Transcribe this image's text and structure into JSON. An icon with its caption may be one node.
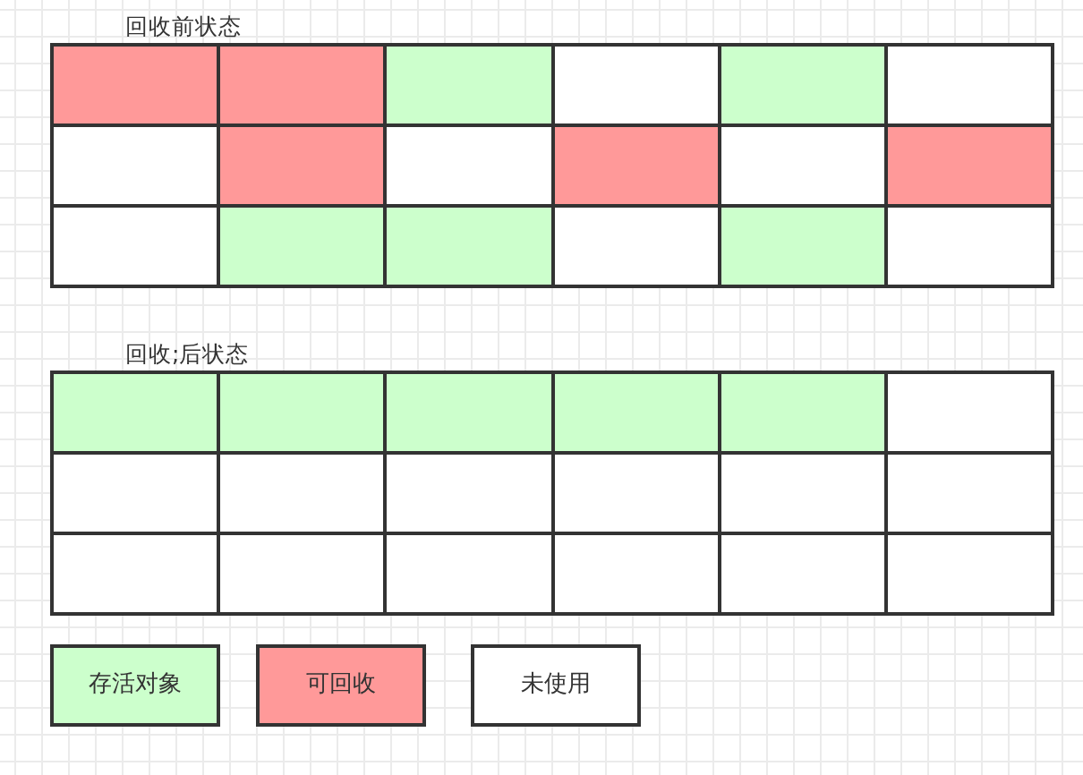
{
  "diagram": {
    "nodes": [
      {
        "text": [
          "回收前状态"
        ]
      },
      {
        "text": [],
        "shape": "box",
        "in": 0
      },
      {
        "text": [],
        "shape": "box",
        "in": 0
      },
      {
        "text": [],
        "shape": "box",
        "in": 0
      },
      {
        "text": [],
        "shape": "box",
        "in": 0
      },
      {
        "text": [],
        "shape": "box",
        "in": 0
      },
      {
        "text": [],
        "shape": "box",
        "in": 0
      },
      {
        "text": [],
        "shape": "box",
        "in": 0
      },
      {
        "text": [],
        "shape": "box",
        "in": 0
      },
      {
        "text": [],
        "shape": "box",
        "in": 0
      },
      {
        "text": [],
        "shape": "box",
        "in": 0
      },
      {
        "text": [],
        "shape": "box",
        "in": 0
      },
      {
        "text": [],
        "shape": "box",
        "in": 0
      },
      {
        "text": [],
        "shape": "box",
        "in": 0
      },
      {
        "text": [],
        "shape": "box",
        "in": 0
      },
      {
        "text": [],
        "shape": "box",
        "in": 0
      },
      {
        "text": [],
        "shape": "box",
        "in": 0
      },
      {
        "text": [],
        "shape": "box",
        "in": 0
      },
      {
        "text": [],
        "shape": "box",
        "in": 0
      },
      {
        "text": [
          "回收;后状态"
        ]
      },
      {
        "text": [],
        "shape": "box",
        "in": 19
      },
      {
        "text": [],
        "shape": "box",
        "in": 19
      },
      {
        "text": [],
        "shape": "box",
        "in": 19
      },
      {
        "text": [],
        "shape": "box",
        "in": 19
      },
      {
        "text": [],
        "shape": "box",
        "in": 19
      },
      {
        "text": [],
        "shape": "box",
        "in": 19
      },
      {
        "text": [],
        "shape": "box",
        "in": 19
      },
      {
        "text": [],
        "shape": "box",
        "in": 19
      },
      {
        "text": [],
        "shape": "box",
        "in": 19
      },
      {
        "text": [],
        "shape": "box",
        "in": 19
      },
      {
        "text": [],
        "shape": "box",
        "in": 19
      },
      {
        "text": [],
        "shape": "box",
        "in": 19
      },
      {
        "text": [],
        "shape": "box",
        "in": 19
      },
      {
        "text": [],
        "shape": "box",
        "in": 19
      },
      {
        "text": [],
        "shape": "box",
        "in": 19
      },
      {
        "text": [],
        "shape": "box",
        "in": 19
      },
      {
        "text": [],
        "shape": "box",
        "in": 19
      },
      {
        "text": [],
        "shape": "box",
        "in": 19
      }
    ],
    "legend": [
      {
        "text": "存活对象",
        "color": "#ccffcc"
      },
      {
        "text": "可回收",
        "color": "#ff9999"
      },
      {
        "text": "未使用",
        "color": "#ffffff"
      }
    ]
  }
}
